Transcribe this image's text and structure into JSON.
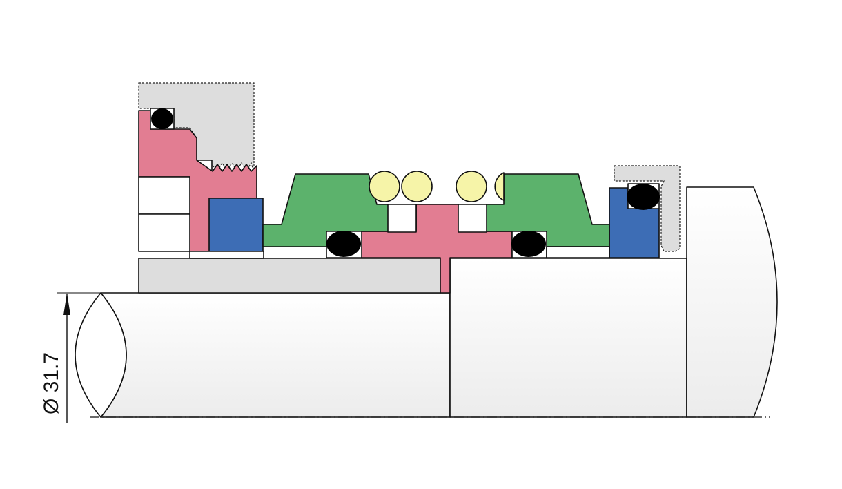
{
  "dimension": {
    "label": "Ø 31.7"
  },
  "colors": {
    "gland": "#dddddd",
    "rotating_face": "#e27d92",
    "stationary_seat": "#3d6db5",
    "bellows_elastomer": "#5cb26c",
    "springs": "#f6f4a8",
    "o_rings": "#000000",
    "shaft": "#f4f4f4",
    "outline": "#111111"
  },
  "components": {
    "shaft": "shaft",
    "sleeve": "sleeve",
    "gland": "gland-housing",
    "seat": "seat-ring",
    "bellows": "elastomer-bellows",
    "springs": "springs",
    "o_rings": "o-rings"
  }
}
